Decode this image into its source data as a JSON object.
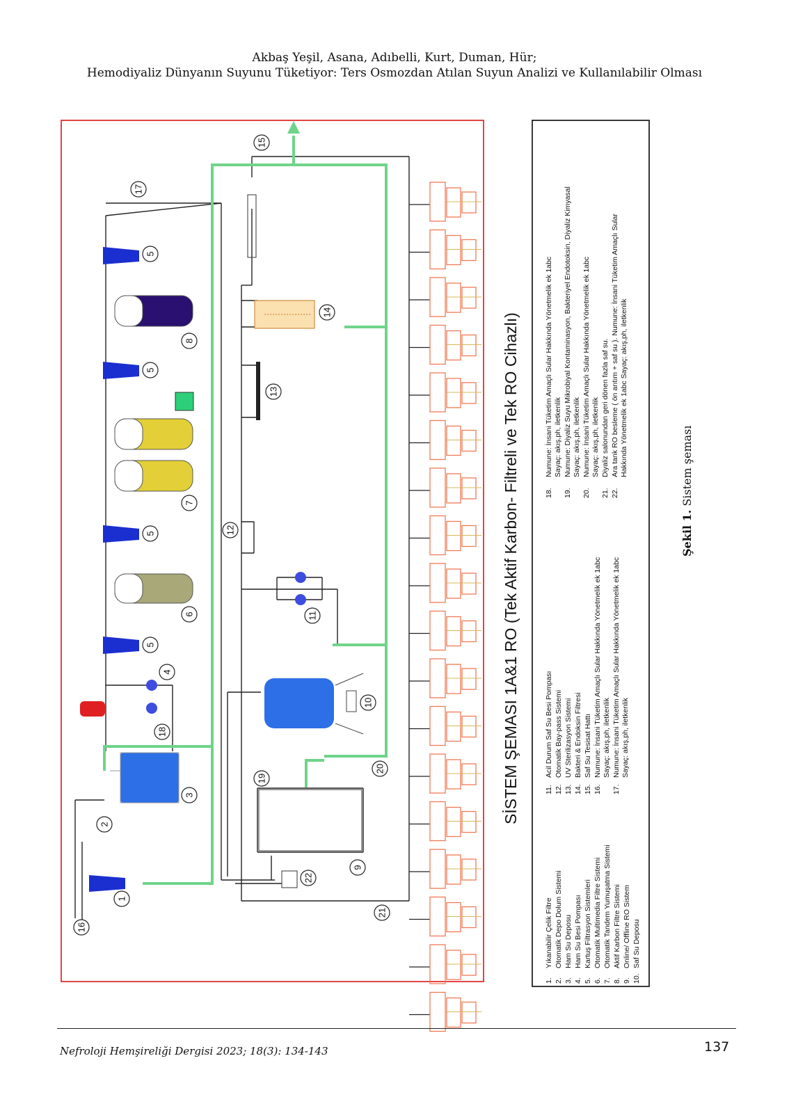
{
  "header": {
    "authors": "Akbaş Yeşil, Asana, Adıbelli, Kurt, Duman, Hür;",
    "title": "Hemodiyaliz Dünyanın Suyunu Tüketiyor: Ters Osmozdan Atılan Suyun Analizi ve Kullanılabilir Olması"
  },
  "figure": {
    "diagram_title": "SİSTEM ŞEMASI 1A&1 RO (Tek Aktif Karbon- Filtreli ve Tek RO Cihazlı)",
    "component_numbers": [
      "1",
      "2",
      "3",
      "4",
      "5",
      "5",
      "5",
      "5",
      "6",
      "7",
      "8",
      "9",
      "10",
      "11",
      "12",
      "13",
      "14",
      "15",
      "16",
      "17",
      "18",
      "19",
      "20",
      "21",
      "22"
    ],
    "legend_left": [
      {
        "no": "1.",
        "text": "Yıkanabilir Çelik Filtre"
      },
      {
        "no": "2.",
        "text": "Otomatik Depo Dolum Sistemi"
      },
      {
        "no": "3.",
        "text": "Ham Su Deposu"
      },
      {
        "no": "4.",
        "text": "Ham Su Besi Pompası"
      },
      {
        "no": "5.",
        "text": "Kartuş Filtrasyon Sistemleri"
      },
      {
        "no": "6.",
        "text": "Otomatik Multimedia Filtre Sistemi"
      },
      {
        "no": "7.",
        "text": "Otomatik Tandem Yumuşatma Sistemi"
      },
      {
        "no": "8.",
        "text": "Aktif Karbon Filtre Sistemi"
      },
      {
        "no": "9.",
        "text": "Online/ Offline RO Sistem"
      },
      {
        "no": "10.",
        "text": "Saf Su Deposu"
      }
    ],
    "legend_mid": [
      {
        "no": "11.",
        "lines": [
          "Acil Durum Saf Su Besi Pompası"
        ]
      },
      {
        "no": "12.",
        "lines": [
          "Otomatik Bay-pass Sistemi"
        ]
      },
      {
        "no": "13.",
        "lines": [
          "UV Sterilizasyon Sistemi"
        ]
      },
      {
        "no": "14.",
        "lines": [
          "Bakteri & Endoksin Filtresi"
        ]
      },
      {
        "no": "15.",
        "lines": [
          "Saf Su Tesisat Hattı"
        ]
      },
      {
        "no": "16.",
        "lines": [
          "Numune: İnsani Tüketim Amaçlı Sular Hakkında Yönetmelik ek 1abc",
          "Sayaç: akış,ph, iletkenlik"
        ]
      },
      {
        "no": "17.",
        "lines": [
          "Numune: İnsani Tüketim Amaçlı Sular Hakkında Yönetmelik ek 1abc",
          "Sayaç: akış,ph, iletkenlik"
        ]
      }
    ],
    "legend_right": [
      {
        "no": "18.",
        "lines": [
          "Numune: İnsani Tüketim Amaçlı Sular Hakkında Yönetmelik ek 1abc",
          "Sayaç: akış,ph, iletkenlik"
        ]
      },
      {
        "no": "19.",
        "lines": [
          "Numune: Diyaliz Suyu Mikrobiyal Kontaminasyon, Bakteriyel Endotoksin, Diyaliz Kimyasal",
          "Sayaç: akış,ph, iletkenlik"
        ]
      },
      {
        "no": "20.",
        "lines": [
          "Numune: İnsani Tüketim Amaçlı Sular Hakkında Yönetmelik ek 1abc",
          "Sayaç: akış,ph, iletkenlik"
        ]
      },
      {
        "no": "21.",
        "lines": [
          "Diyaliz salonundan geri dönen fazla saf su."
        ]
      },
      {
        "no": "22.",
        "lines": [
          "Ara tank RO besleme ( ön arıtım + saf su ). Numune: İnsani Tüketim Amaçlı Sular",
          "Hakkında Yönetmelik ek 1abc Sayaç: akış,ph, iletkenlik"
        ]
      }
    ],
    "colors": {
      "frame": "#e03030",
      "green_line": "#6fd48a",
      "tank_blue": "#2d6fe6",
      "filter_blue": "#1b2fd0",
      "multimedia": "#a8a878",
      "softener": "#e3cf37",
      "carbon": "#2a1070",
      "dialysis_units": "#f07a55"
    }
  },
  "caption": {
    "label": "Şekil 1.",
    "text": " Sistem şeması"
  },
  "footer": {
    "journal": "Nefroloji Hemşireliği Dergisi 2023; 18(3): 134-143",
    "page": "137"
  }
}
